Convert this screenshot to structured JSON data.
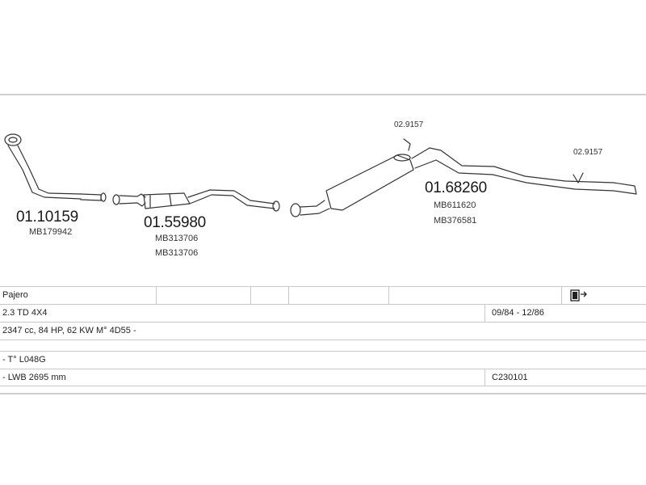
{
  "diagram": {
    "parts": [
      {
        "number": "01.10159",
        "oe": [
          "MB179942"
        ]
      },
      {
        "number": "01.55980",
        "oe": [
          "MB313706",
          "MB313706"
        ]
      },
      {
        "number": "01.68260",
        "oe": [
          "MB611620",
          "MB376581"
        ]
      }
    ],
    "hanger_refs": [
      "02.9157",
      "02.9157"
    ]
  },
  "table": {
    "model": "Pajero",
    "engine": "2.3 TD 4X4",
    "years": "09/84 - 12/86",
    "spec": "2347 cc, 84 HP, 62 KW  M° 4D55 -",
    "type_note": "- T° L048G",
    "wheelbase": "- LWB 2695 mm",
    "code": "C230101"
  },
  "icons": {
    "document": "document-arrow-icon"
  }
}
